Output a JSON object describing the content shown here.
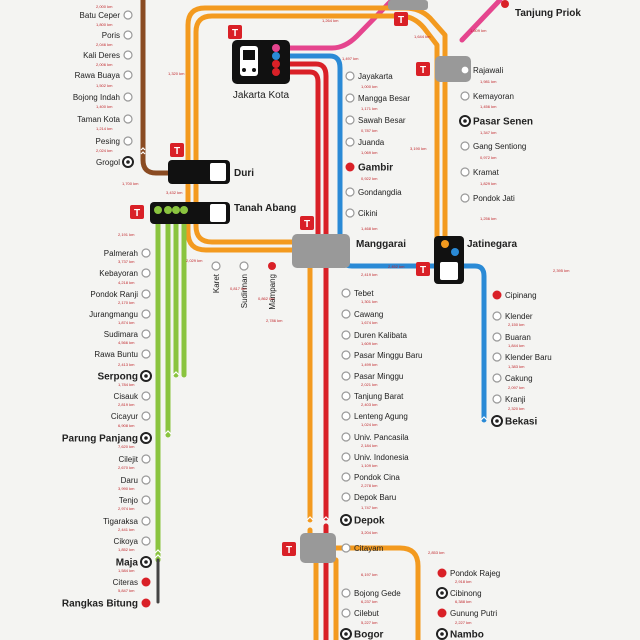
{
  "title": "",
  "lines": {
    "brown": "#8a4b22",
    "orange": "#f39a1f",
    "pink": "#e5458e",
    "blue": "#2a8ad6",
    "red": "#d92027",
    "green": "#8ac43f",
    "grey": "#777777"
  },
  "hubs": {
    "jakarta_kota": "Jakarta Kota",
    "duri": "Duri",
    "tanah_abang": "Tanah Abang",
    "manggarai": "Manggarai",
    "jatinegara": "Jatinegara",
    "tanjung_priok": "Tanjung Priok"
  },
  "stations": {
    "batu_ceper": "Batu Ceper",
    "poris": "Poris",
    "kali_deres": "Kali Deres",
    "rawa_buaya": "Rawa Buaya",
    "bojong_indah": "Bojong Indah",
    "taman_kota": "Taman Kota",
    "pesing": "Pesing",
    "grogol": "Grogol",
    "jayakarta": "Jayakarta",
    "mangga_besar": "Mangga Besar",
    "sawah_besar": "Sawah Besar",
    "juanda": "Juanda",
    "gambir": "Gambir",
    "gondangdia": "Gondangdia",
    "cikini": "Cikini",
    "rajawali": "Rajawali",
    "kemayoran": "Kemayoran",
    "pasar_senen": "Pasar Senen",
    "gang_sentiong": "Gang Sentiong",
    "kramat": "Kramat",
    "pondok_jati": "Pondok Jati",
    "palmerah": "Palmerah",
    "kebayoran": "Kebayoran",
    "pondok_ranji": "Pondok Ranji",
    "jurangmangu": "Jurangmangu",
    "sudimara": "Sudimara",
    "rawa_buntu": "Rawa Buntu",
    "serpong": "Serpong",
    "cisauk": "Cisauk",
    "cicayur": "Cicayur",
    "parung_panjang": "Parung Panjang",
    "cilejit": "Cilejit",
    "daru": "Daru",
    "tenjo": "Tenjo",
    "tigaraksa": "Tigaraksa",
    "cikoya": "Cikoya",
    "maja": "Maja",
    "citeras": "Citeras",
    "rangkas_bitung": "Rangkas Bitung",
    "karet": "Karet",
    "sudirman": "Sudirman",
    "mampang": "Mampang",
    "tebet": "Tebet",
    "cawang": "Cawang",
    "duren_kalibata": "Duren Kalibata",
    "pasar_minggu_baru": "Pasar Minggu Baru",
    "pasar_minggu": "Pasar Minggu",
    "tanjung_barat": "Tanjung Barat",
    "lenteng_agung": "Lenteng Agung",
    "univ_pancasila": "Univ. Pancasila",
    "univ_indonesia": "Univ. Indonesia",
    "pondok_cina": "Pondok Cina",
    "depok_baru": "Depok Baru",
    "depok": "Depok",
    "citayam": "Citayam",
    "bojong_gede": "Bojong Gede",
    "cilebut": "Cilebut",
    "bogor": "Bogor",
    "pondok_rajeg": "Pondok Rajeg",
    "cibinong": "Cibinong",
    "gunung_putri": "Gunung Putri",
    "nambo": "Nambo",
    "cipinang": "Cipinang",
    "klender": "Klender",
    "buaran": "Buaran",
    "klender_baru": "Klender Baru",
    "cakung": "Cakung",
    "kranji": "Kranji",
    "bekasi": "Bekasi"
  },
  "distances": {
    "d01": "2,000 km",
    "d02": "1,800 km",
    "d03": "2,046 km",
    "d04": "2,006 km",
    "d05": "1,502 km",
    "d06": "1,400 km",
    "d07": "1,214 km",
    "d08": "2,024 km",
    "d09": "1,700 km",
    "d10": "3,432 km",
    "d11": "1,320 km",
    "d12": "1,264 km",
    "d13": "1,497 km",
    "d14": "1,000 km",
    "d15": "1,171 km",
    "d16": "0,787 km",
    "d17": "1,069 km",
    "d18": "3,190 km",
    "d19": "0,922 km",
    "d20": "1,468 km",
    "d21": "1,644 km",
    "d22": "1,609 km",
    "d23": "1,981 km",
    "d24": "1,456 km",
    "d25": "1,347 km",
    "d26": "0,972 km",
    "d27": "1,829 km",
    "d28": "1,256 km",
    "d29": "2,191 km",
    "d30": "3,737 km",
    "d31": "4,218 km",
    "d32": "2,170 km",
    "d33": "1,874 km",
    "d34": "4,566 km",
    "d35": "2,413 km",
    "d36": "1,784 km",
    "d37": "2,819 km",
    "d38": "6,908 km",
    "d39": "7,620 km",
    "d40": "2,670 km",
    "d41": "3,990 km",
    "d42": "2,974 km",
    "d43": "2,441 km",
    "d44": "1,852 km",
    "d45": "1,584 km",
    "d46": "5,847 km",
    "d47": "2,029 km",
    "d48": "0,817 km",
    "d49": "0,862 km",
    "d50": "2,786 km",
    "d51": "2,419 km",
    "d52": "1,301 km",
    "d53": "1,674 km",
    "d54": "1,609 km",
    "d55": "1,499 km",
    "d56": "2,021 km",
    "d57": "2,403 km",
    "d58": "1,024 km",
    "d59": "2,184 km",
    "d60": "1,109 km",
    "d61": "2,278 km",
    "d62": "1,747 km",
    "d63": "3,204 km",
    "d64": "6,197 km",
    "d65": "6,237 km",
    "d66": "5,227 km",
    "d67": "2,853 km",
    "d68": "2,918 km",
    "d69": "6,388 km",
    "d70": "2,227 km",
    "d71": "2,452 km",
    "d72": "2,395 km",
    "d73": "2,150 km",
    "d74": "1,844 km",
    "d75": "1,383 km",
    "d76": "2,097 km",
    "d77": "2,320 km"
  }
}
